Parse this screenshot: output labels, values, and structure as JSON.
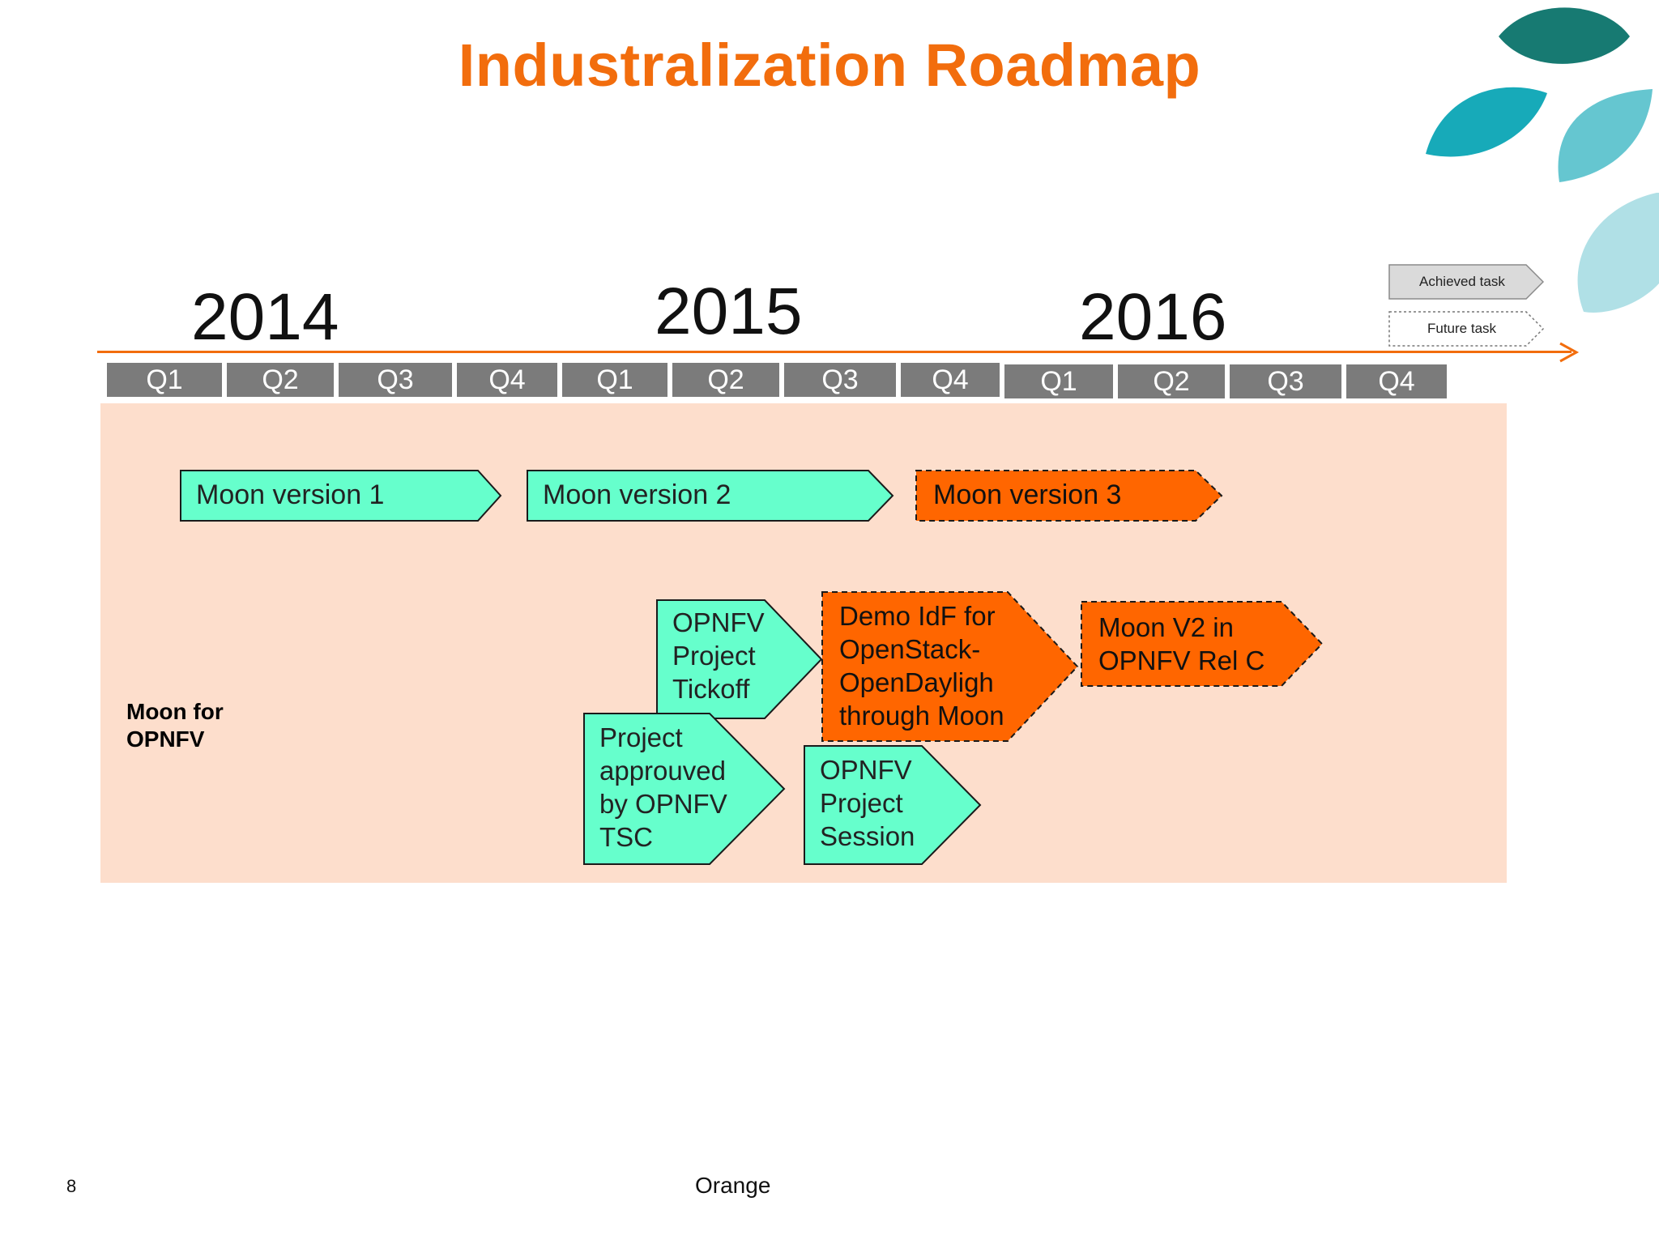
{
  "title": "Industralization Roadmap",
  "years": [
    "2014",
    "2015",
    "2016"
  ],
  "quarters": [
    "Q1",
    "Q2",
    "Q3",
    "Q4",
    "Q1",
    "Q2",
    "Q3",
    "Q4",
    "Q1",
    "Q2",
    "Q3",
    "Q4"
  ],
  "legend": {
    "achieved": "Achieved task",
    "future": "Future task"
  },
  "lane_label": "Moon for OPNFV",
  "colors": {
    "accent": "#f26d0d",
    "achieved": "#66ffcc",
    "future": "#ff6600",
    "band": "#fddecc",
    "quarter": "#7b7b7b"
  },
  "tasks": {
    "moon_v1": {
      "label": "Moon version 1",
      "status": "achieved"
    },
    "moon_v2": {
      "label": "Moon version 2",
      "status": "achieved"
    },
    "moon_v3": {
      "label": "Moon version 3",
      "status": "future"
    },
    "opnfv_tickoff": {
      "lines": [
        "OPNFV",
        "Project",
        "Tickoff"
      ],
      "status": "achieved"
    },
    "demo_idf": {
      "lines": [
        "Demo IdF for",
        "OpenStack-",
        "OpenDayligh",
        "through Moon"
      ],
      "status": "future"
    },
    "moon_v2_relc": {
      "lines": [
        "Moon V2 in",
        "OPNFV Rel C"
      ],
      "status": "future"
    },
    "project_approved": {
      "lines": [
        "Project",
        "approuved",
        "by OPNFV",
        "TSC"
      ],
      "status": "achieved"
    },
    "opnfv_session": {
      "lines": [
        "OPNFV",
        "Project",
        "Session"
      ],
      "status": "achieved"
    }
  },
  "footer": {
    "page": "8",
    "brand": "Orange"
  },
  "decoration": {
    "icon": "leaf-petals-icon"
  }
}
